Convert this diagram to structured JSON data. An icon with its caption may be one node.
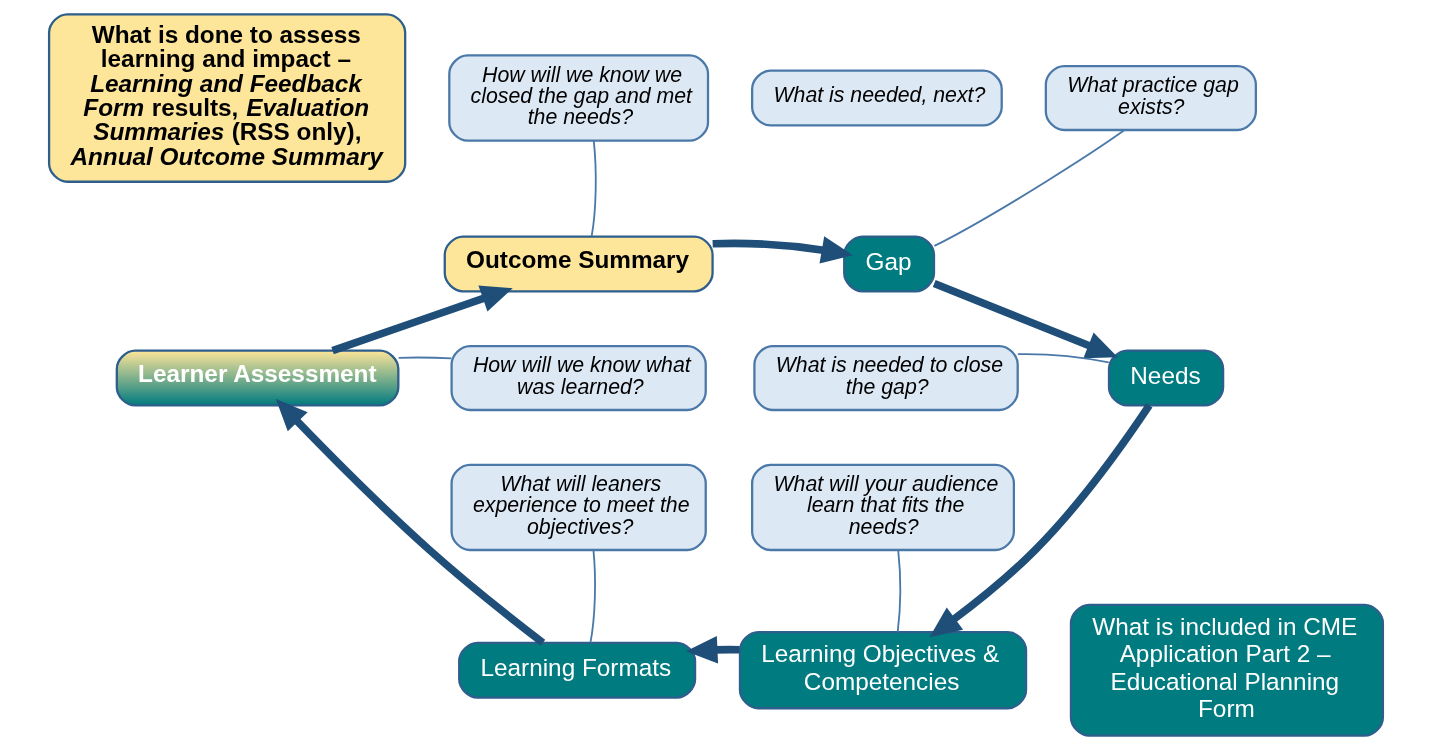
{
  "diagram": {
    "nodes": [
      {
        "text": [
          "What is done to assess learning and impact – *Learning and Feedback Form* results, *Evaluation Summaries* (RSS only), *Annual Outcome Summary*"
        ]
      },
      {
        "text": [
          "How will we know we closed the gap and met the needs?"
        ]
      },
      {
        "text": [
          "What is needed, next?"
        ]
      },
      {
        "text": [
          "What practice gap exists?"
        ]
      },
      {
        "text": [
          "Outcome Summary"
        ]
      },
      {
        "text": [
          "Gap"
        ]
      },
      {
        "text": [
          "How will we know what was learned?"
        ]
      },
      {
        "text": [
          "What is needed to close the gap?"
        ]
      },
      {
        "text": [
          "Learner Assessment"
        ]
      },
      {
        "text": [
          "Needs"
        ]
      },
      {
        "text": [
          "What will leaners experience to meet the objectives?"
        ]
      },
      {
        "text": [
          "What will your audience learn that fits the needs?"
        ]
      },
      {
        "text": [
          "Learning Formats"
        ]
      },
      {
        "text": [
          "Learning Objectives & Competencies"
        ]
      },
      {
        "text": [
          "What is included in CME Application Part 2 – Educational Planning Form"
        ]
      }
    ],
    "edges": [
      {
        "from": 4,
        "to": 5,
        "arrow": "to",
        "style": "thick"
      },
      {
        "from": 5,
        "to": 9,
        "arrow": "to",
        "style": "thick"
      },
      {
        "from": 9,
        "to": 13,
        "arrow": "to",
        "style": "thick"
      },
      {
        "from": 13,
        "to": 12,
        "arrow": "to",
        "style": "thick"
      },
      {
        "from": 12,
        "to": 8,
        "arrow": "to",
        "style": "thick"
      },
      {
        "from": 8,
        "to": 4,
        "arrow": "to",
        "style": "thick"
      },
      {
        "from": 1,
        "to": 4,
        "arrow": "none"
      },
      {
        "from": 3,
        "to": 5,
        "arrow": "none"
      },
      {
        "from": 6,
        "to": 8,
        "arrow": "none"
      },
      {
        "from": 7,
        "to": 9,
        "arrow": "none"
      },
      {
        "from": 10,
        "to": 12,
        "arrow": "none"
      },
      {
        "from": 11,
        "to": 13,
        "arrow": "none"
      }
    ]
  }
}
